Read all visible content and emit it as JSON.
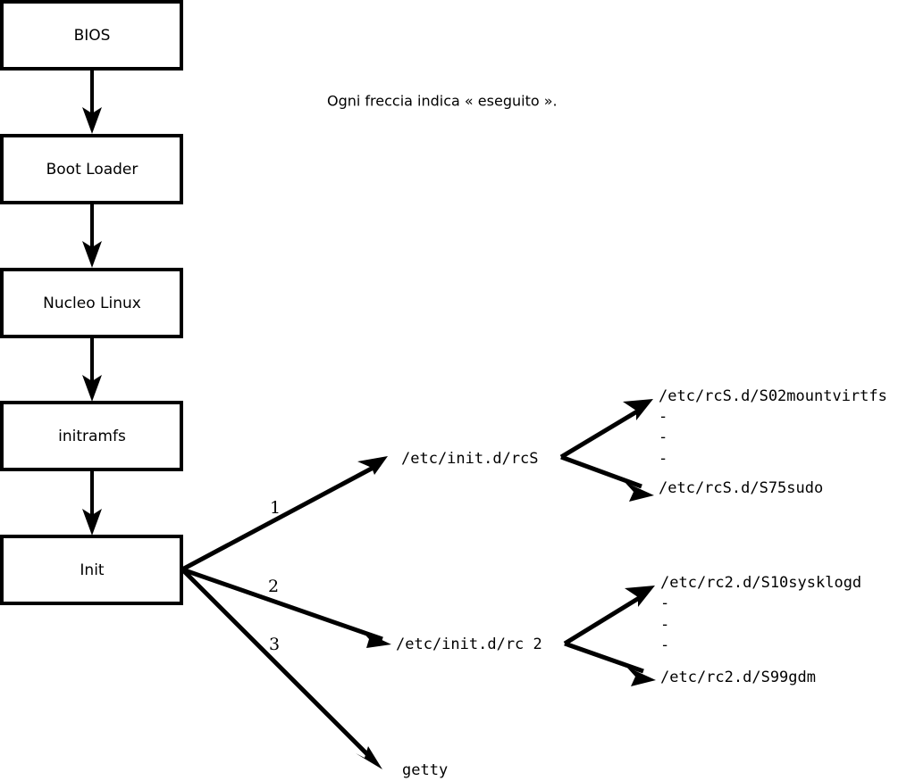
{
  "diagram": {
    "title_note": "Ogni freccia indica « eseguito ».",
    "stages": [
      {
        "id": "bios",
        "label": "BIOS"
      },
      {
        "id": "boot-loader",
        "label": "Boot Loader"
      },
      {
        "id": "nucleo-linux",
        "label": "Nucleo Linux"
      },
      {
        "id": "initramfs",
        "label": "initramfs"
      },
      {
        "id": "init",
        "label": "Init"
      }
    ],
    "init_branches": [
      {
        "number": "1",
        "target": "/etc/init.d/rcS"
      },
      {
        "number": "2",
        "target": "/etc/init.d/rc 2"
      },
      {
        "number": "3",
        "target": "getty"
      }
    ],
    "rcs_scripts": {
      "first": "/etc/rcS.d/S02mountvirtfs",
      "last": "/etc/rcS.d/S75sudo",
      "ellipsis": [
        "-",
        "-",
        "-"
      ]
    },
    "rc2_scripts": {
      "first": "/etc/rc2.d/S10sysklogd",
      "last": "/etc/rc2.d/S99gdm",
      "ellipsis": [
        "-",
        "-",
        "-"
      ]
    },
    "colors": {
      "background": "#ffffff",
      "stroke": "#000000",
      "box_fill": "#ffffff",
      "text": "#000000"
    }
  }
}
